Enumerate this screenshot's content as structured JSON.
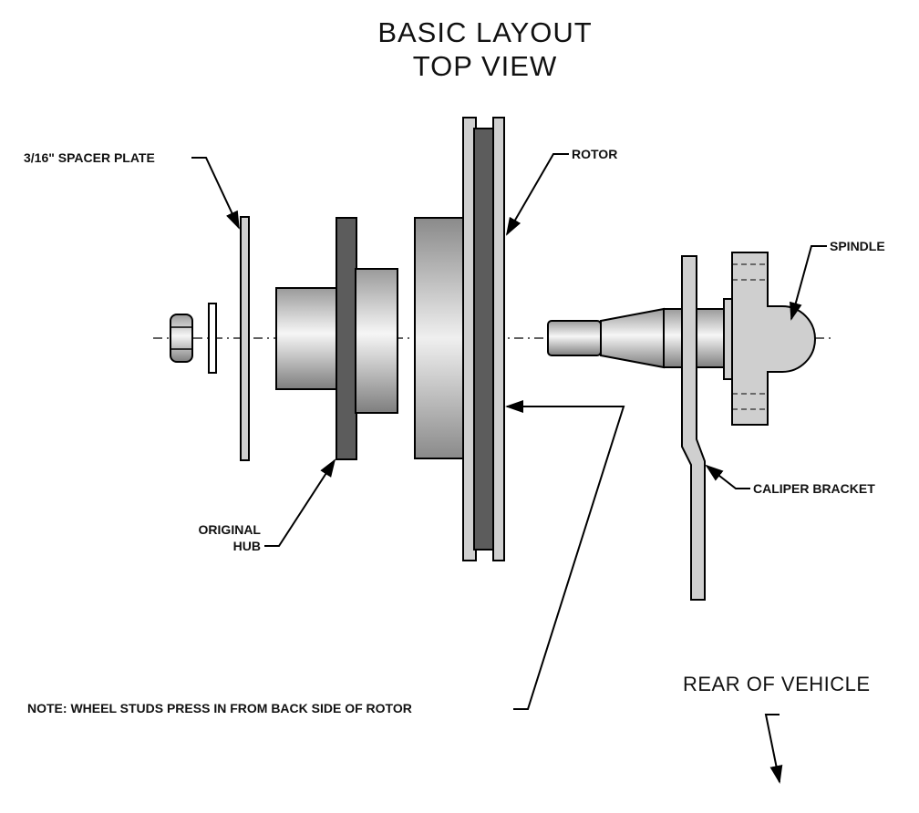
{
  "title": {
    "line1": "BASIC  LAYOUT",
    "line2": "TOP  VIEW"
  },
  "labels": {
    "spacer_plate": "3/16\" SPACER PLATE",
    "rotor": "ROTOR",
    "spindle": "SPINDLE",
    "caliper_bracket": "CALIPER BRACKET",
    "original_hub_line1": "ORIGINAL",
    "original_hub_line2": "HUB",
    "note": "NOTE: WHEEL STUDS PRESS IN FROM BACK SIDE OF ROTOR",
    "rear_of_vehicle": "REAR  OF  VEHICLE"
  },
  "colors": {
    "dark_gray": "#5c5c5c",
    "light_gray": "#cfcfcf",
    "metal_light": "#f4f4f4",
    "metal_dark": "#8a8a8a",
    "line": "#000000"
  }
}
